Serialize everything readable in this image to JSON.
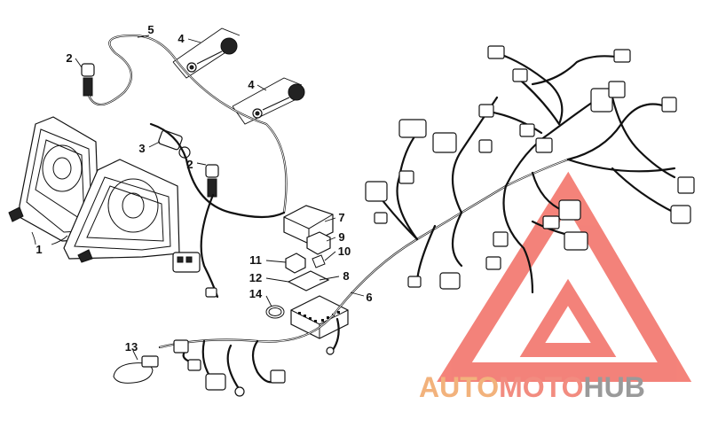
{
  "callouts": [
    {
      "id": "c1",
      "text": "1"
    },
    {
      "id": "c2a",
      "text": "2"
    },
    {
      "id": "c2b",
      "text": "2"
    },
    {
      "id": "c3",
      "text": "3"
    },
    {
      "id": "c4a",
      "text": "4"
    },
    {
      "id": "c4b",
      "text": "4"
    },
    {
      "id": "c5",
      "text": "5"
    },
    {
      "id": "c6",
      "text": "6"
    },
    {
      "id": "c7",
      "text": "7"
    },
    {
      "id": "c8",
      "text": "8"
    },
    {
      "id": "c9",
      "text": "9"
    },
    {
      "id": "c10",
      "text": "10"
    },
    {
      "id": "c11",
      "text": "11"
    },
    {
      "id": "c12",
      "text": "12"
    },
    {
      "id": "c13",
      "text": "13"
    },
    {
      "id": "c14",
      "text": "14"
    }
  ],
  "watermark": {
    "word_part1": "AUTO",
    "word_part2": "MOTO",
    "word_part3": "HUB",
    "color_part1": "#f2b27c",
    "color_part2": "#f28c80",
    "color_part3": "#9a9a9a",
    "triangle_color": "#f26d63"
  }
}
